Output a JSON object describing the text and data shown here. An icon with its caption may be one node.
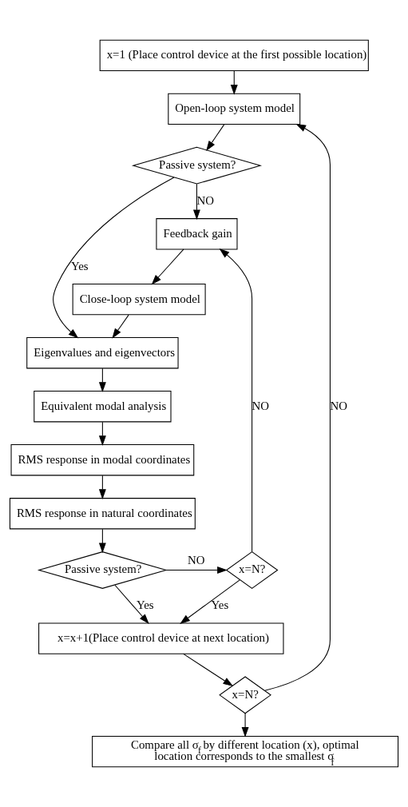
{
  "diagram": {
    "nodes": [
      {
        "text": [
          "x=1 (Place control device at the first possible location)"
        ]
      },
      {
        "text": [
          "Open-loop system model"
        ]
      },
      {
        "text": [
          "Passive system?"
        ]
      },
      {
        "text": [
          "Feedback gain"
        ]
      },
      {
        "text": [
          "Close-loop system model"
        ]
      },
      {
        "text": [
          "Eigenvalues and eigenvectors"
        ]
      },
      {
        "text": [
          "Equivalent modal analysis"
        ]
      },
      {
        "text": [
          "RMS response in modal coordinates"
        ]
      },
      {
        "text": [
          "RMS response in natural coordinates"
        ]
      },
      {
        "text": [
          "Passive system?"
        ]
      },
      {
        "text": [
          "x=N?"
        ]
      },
      {
        "text": [
          "x=x+1(Place control device at next location)"
        ]
      },
      {
        "text": [
          "x=N?"
        ]
      },
      {
        "text": [
          "Compare all σ$_{f}$ by different location (x), optimal location corresponds to the smallest σ$_{f}$"
        ]
      }
    ],
    "edges": [
      {
        "from": 0,
        "to": 1,
        "arrow": "to"
      },
      {
        "from": 1,
        "to": 2,
        "arrow": "to"
      },
      {
        "from": 2,
        "to": 3,
        "arrow": "to",
        "label": "NO"
      },
      {
        "from": 2,
        "to": 5,
        "arrow": "to",
        "label": "Yes"
      },
      {
        "from": 3,
        "to": 4,
        "arrow": "to"
      },
      {
        "from": 4,
        "to": 5,
        "arrow": "to"
      },
      {
        "from": 5,
        "to": 6,
        "arrow": "to"
      },
      {
        "from": 6,
        "to": 7,
        "arrow": "to"
      },
      {
        "from": 7,
        "to": 8,
        "arrow": "to"
      },
      {
        "from": 8,
        "to": 9,
        "arrow": "to"
      },
      {
        "from": 9,
        "to": 10,
        "arrow": "to",
        "label": "NO"
      },
      {
        "from": 10,
        "to": 3,
        "arrow": "to",
        "label": "NO"
      },
      {
        "from": 9,
        "to": 11,
        "arrow": "to",
        "label": "Yes"
      },
      {
        "from": 10,
        "to": 11,
        "arrow": "to",
        "label": "Yes"
      },
      {
        "from": 11,
        "to": 12,
        "arrow": "to"
      },
      {
        "from": 12,
        "to": 1,
        "arrow": "to",
        "label": "NO"
      },
      {
        "from": 12,
        "to": 13,
        "arrow": "to"
      }
    ]
  }
}
